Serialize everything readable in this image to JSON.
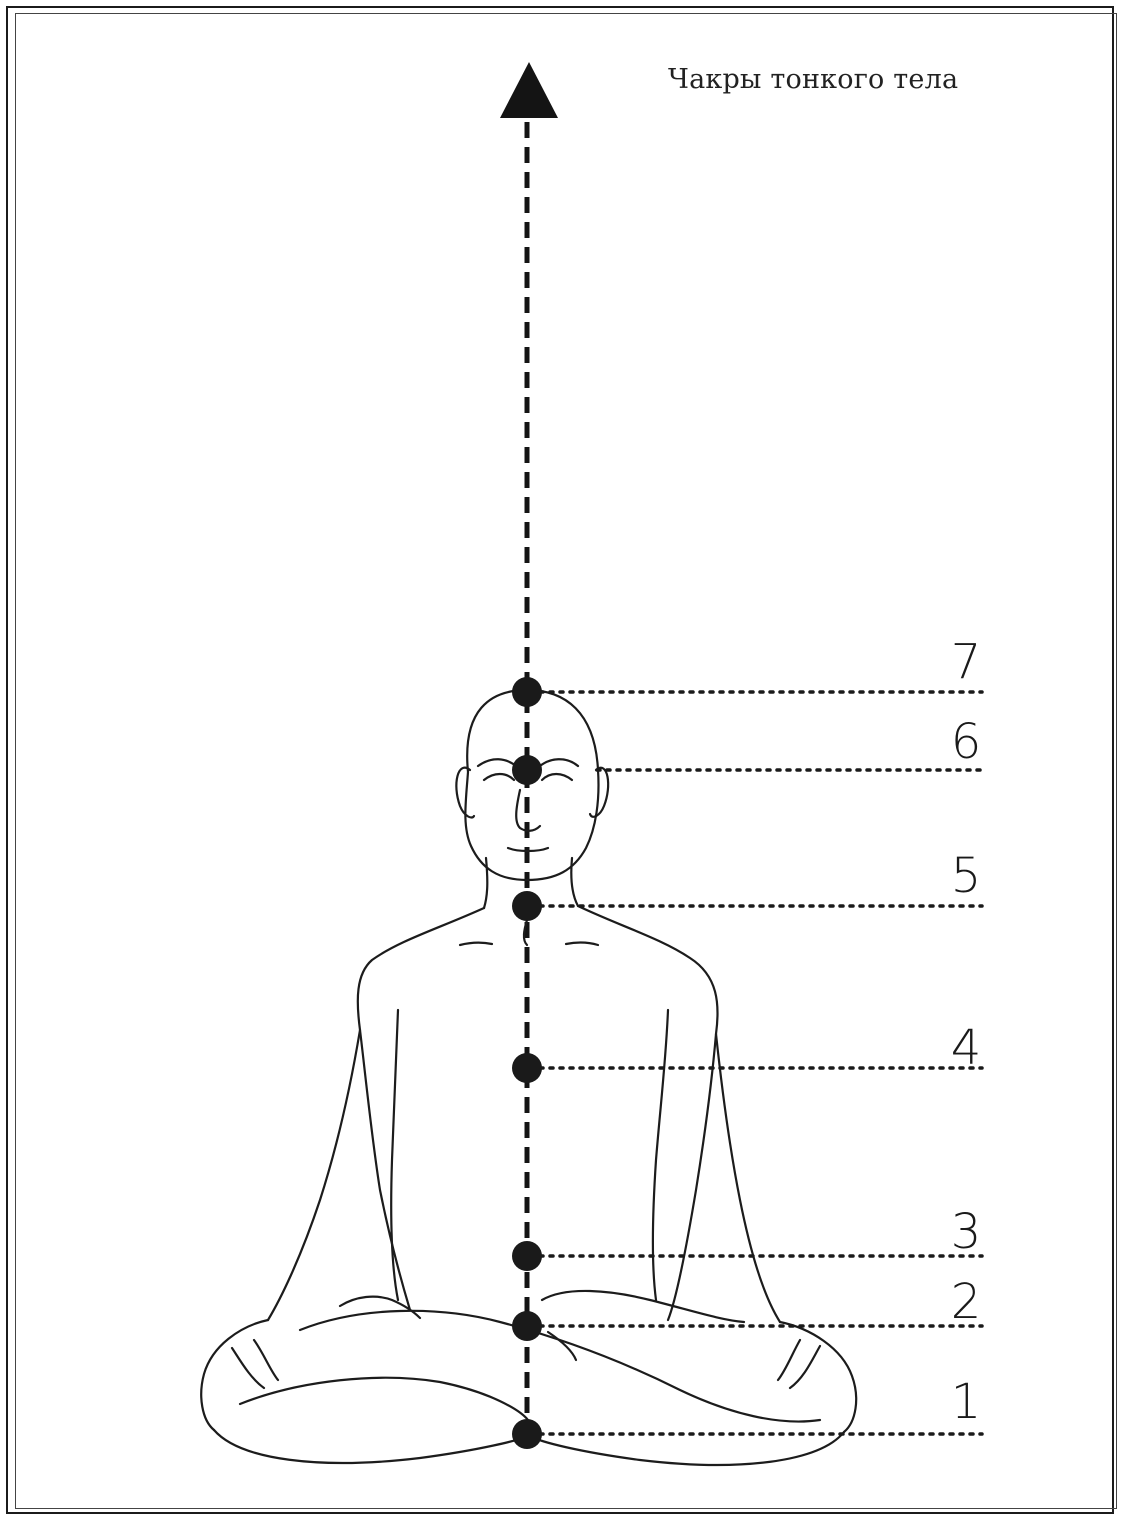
{
  "diagram": {
    "title": "Чакры тонкого тела",
    "chakras": [
      {
        "number": "1",
        "name_key": "chakra-1"
      },
      {
        "number": "2",
        "name_key": "chakra-2"
      },
      {
        "number": "3",
        "name_key": "chakra-3"
      },
      {
        "number": "4",
        "name_key": "chakra-4"
      },
      {
        "number": "5",
        "name_key": "chakra-5"
      },
      {
        "number": "6",
        "name_key": "chakra-6"
      },
      {
        "number": "7",
        "name_key": "chakra-7"
      }
    ],
    "colors": {
      "ink": "#1a1a1a",
      "paper": "#ffffff"
    },
    "figure": "seated-meditating-man-lotus-pose"
  }
}
